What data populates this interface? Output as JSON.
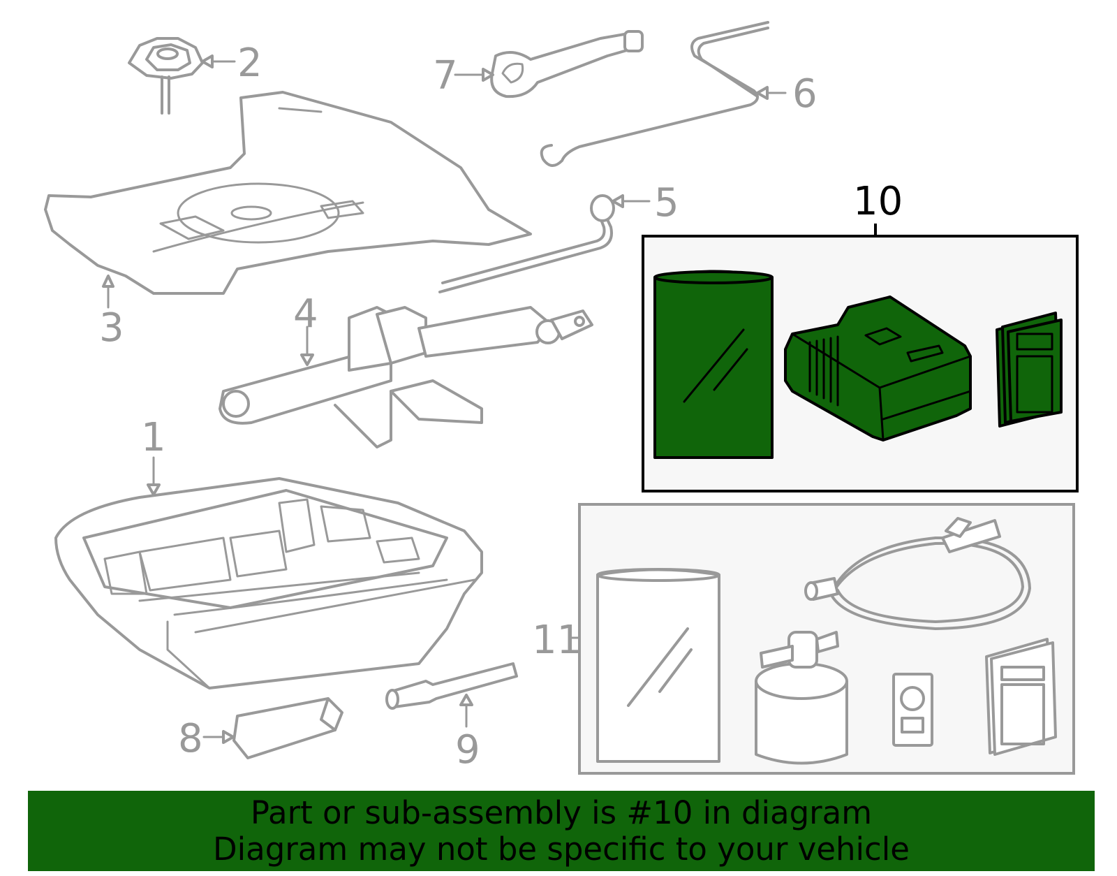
{
  "callouts": {
    "c1": "1",
    "c2": "2",
    "c3": "3",
    "c4": "4",
    "c5": "5",
    "c6": "6",
    "c7": "7",
    "c8": "8",
    "c9": "9",
    "c10": "10",
    "c11": "11"
  },
  "highlight_part": "10",
  "colors": {
    "highlight": "#10650a",
    "linework": "#999999",
    "active_outline": "#000000",
    "panel_bg": "#f7f7f7"
  },
  "banner": {
    "line1": "Part or sub-assembly is #10 in diagram",
    "line2": "Diagram may not be specific to your vehicle"
  }
}
